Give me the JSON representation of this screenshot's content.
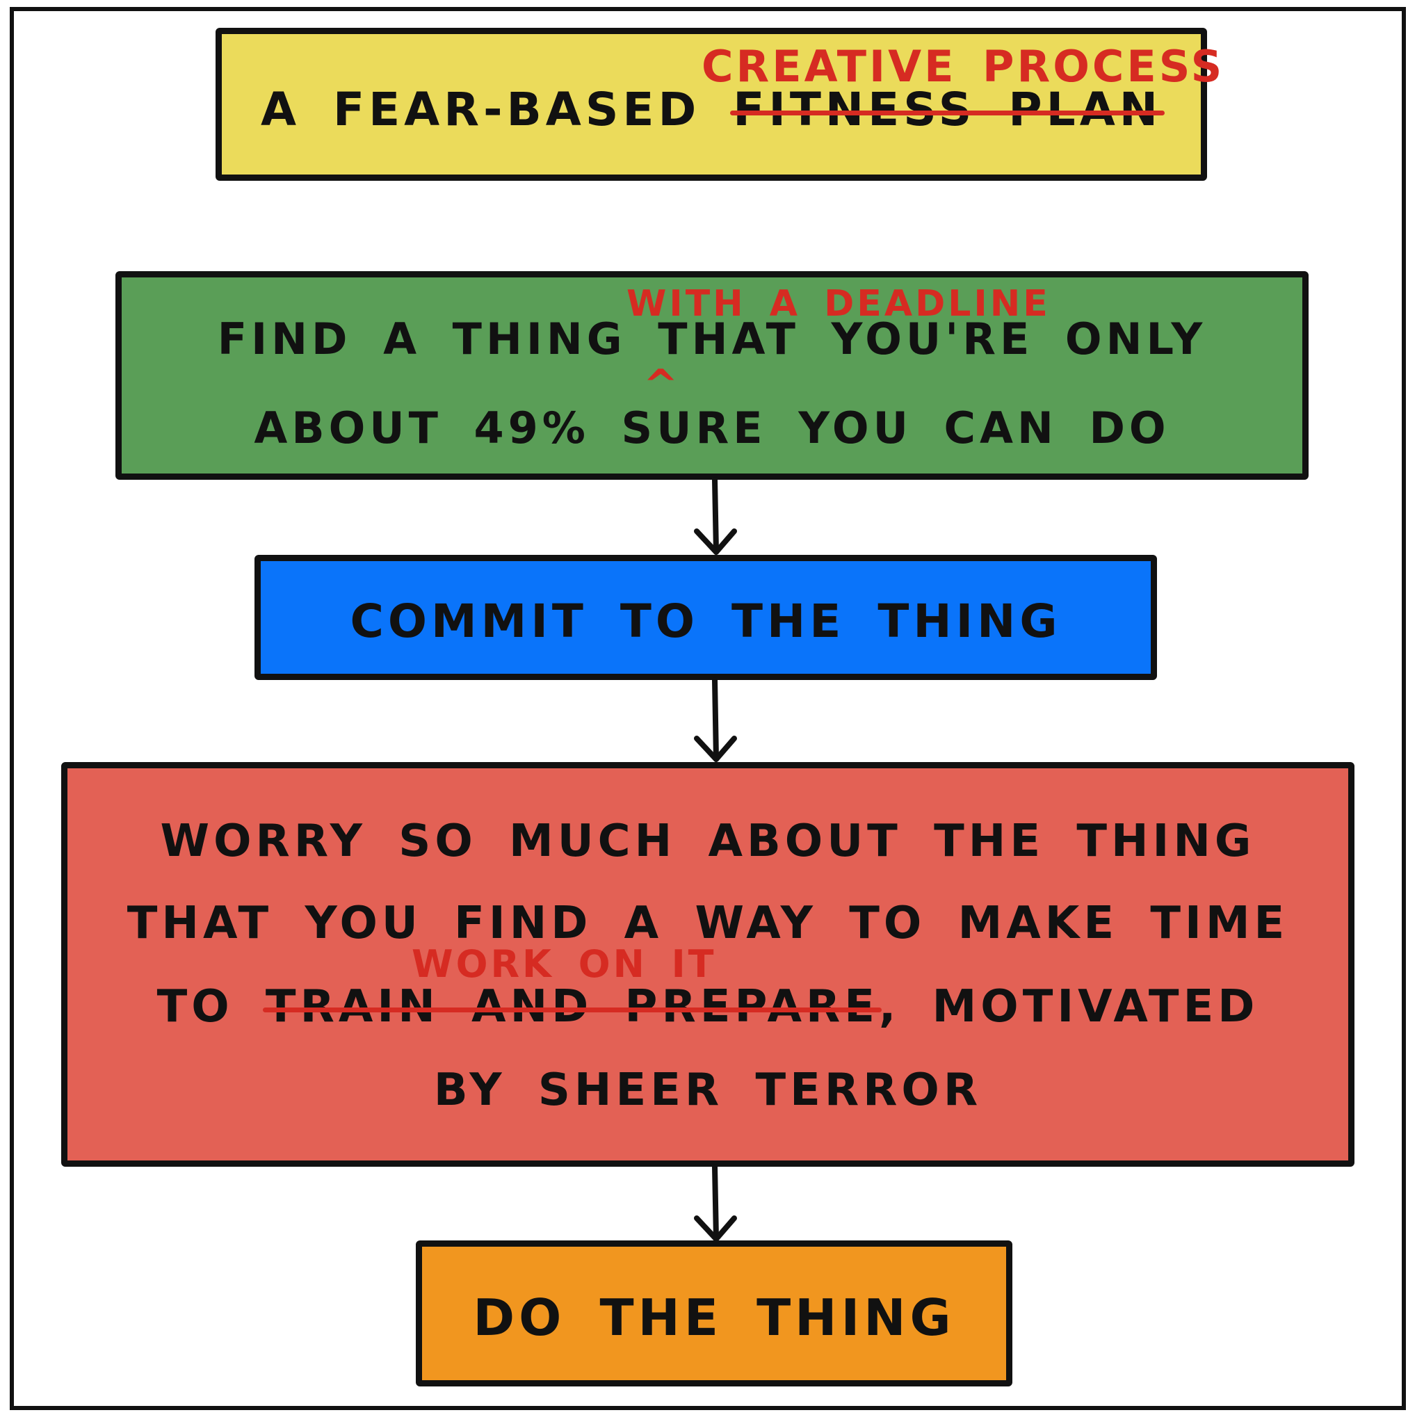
{
  "title": {
    "prefix": "A FEAR-BASED",
    "struck": "FITNESS PLAN",
    "insert": "CREATIVE PROCESS"
  },
  "steps": [
    {
      "line1_a": "FIND A THING",
      "line1_b": "THAT YOU'RE ONLY",
      "line2": "ABOUT 49% SURE YOU CAN DO",
      "insert": "WITH A DEADLINE",
      "caret": "^"
    },
    {
      "text": "COMMIT TO THE THING"
    },
    {
      "line1": "WORRY SO MUCH ABOUT THE THING",
      "line2": "THAT YOU FIND A WAY TO MAKE TIME",
      "line3_a": "TO",
      "line3_struck": "TRAIN AND PREPARE",
      "line3_b": ", MOTIVATED",
      "line4": "BY SHEER TERROR",
      "insert": "WORK ON IT"
    },
    {
      "text": "DO THE THING"
    }
  ],
  "colors": {
    "title_box": "#ebdb5b",
    "step1_box": "#5a9e57",
    "step2_box": "#0a74fa",
    "step3_box": "#e36155",
    "step4_box": "#f1961f",
    "edit_ink": "#d62b22",
    "outline": "#111111"
  }
}
